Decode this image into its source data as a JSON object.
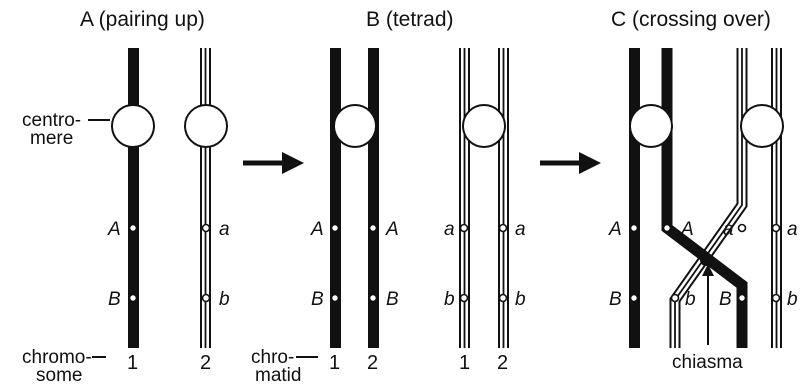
{
  "panels": {
    "a_title": "A (pairing up)",
    "b_title": "B (tetrad)",
    "c_title": "C (crossing over)"
  },
  "labels": {
    "centromere_line1": "centro-",
    "centromere_line2": "mere",
    "chromosome_line1": "chromo-",
    "chromosome_line2": "some",
    "chromatid_line1": "chro-",
    "chromatid_line2": "matid",
    "chiasma": "chiasma"
  },
  "genes": {
    "dominant_1": "A",
    "dominant_2": "B",
    "recessive_1": "a",
    "recessive_2": "b"
  },
  "numbers": {
    "one": "1",
    "two": "2"
  },
  "colors": {
    "ink": "#111111",
    "paper": "#ffffff"
  }
}
